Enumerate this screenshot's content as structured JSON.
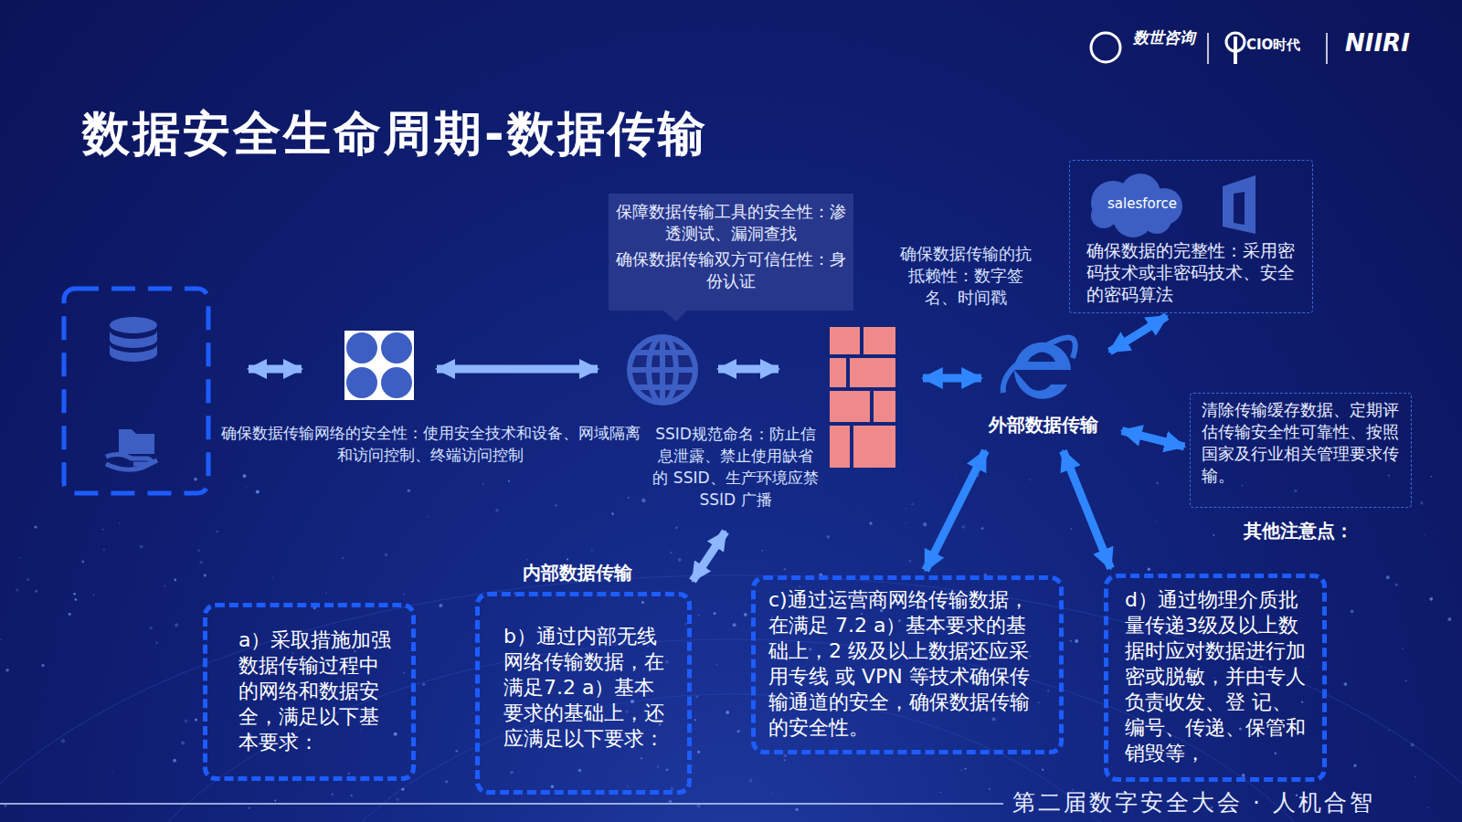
{
  "diagram": {
    "title": "数据安全生命周期-数据传输",
    "caption": "第二届数字安全大会 · 人机合智",
    "nodes": [
      {
        "text": [
          "保障数据传输工具的安全性：渗透测试、漏洞查找",
          "确保数据传输双方可信任性：身份认证"
        ]
      },
      {
        "text": [
          "确保数据的完整性：采用密码技术或非密码技术、安全的密码算法"
        ]
      },
      {
        "text": [
          "外部数据传输"
        ]
      },
      {
        "text": [
          "清除传输缓存数据、定期评估传输安全性可靠性、按照国家及行业相关管理要求传输。"
        ]
      },
      {
        "text": [
          "a）采取措施加强数据传输过程中的网络和数据安全，满足以下基本要求："
        ]
      },
      {
        "text": [
          "b）通过内部无线网络传输数据，在满足7.2 a）基本要求的基础上，还应满足以下要求："
        ]
      },
      {
        "text": [
          "c)通过运营商网络传输数据，在满足 7.2 a）基本要求的基础上，2 级及以上数据还应采用专线 或 VPN 等技术确保传输通道的安全，确保数据传输的安全性。"
        ]
      },
      {
        "text": [
          "d）通过物理介质批量传递3级及以上数据时应对数据进行加密或脱敏，并由专人负责收发、登 记、编号、传递、保管和销毁等，"
        ]
      }
    ],
    "edges": [
      {
        "from": 2,
        "to": 1,
        "arrow": "both"
      },
      {
        "from": 2,
        "to": 3,
        "arrow": "both"
      },
      {
        "from": 2,
        "to": 6,
        "arrow": "both"
      },
      {
        "from": 2,
        "to": 7,
        "arrow": "both"
      }
    ],
    "labels": [
      "数世咨询",
      "CIO时代",
      "NIIRI",
      "salesforce",
      "确保数据传输网络的安全性：使用安全技术和设备、网域隔离和访问控制、终端访问控制",
      "SSID规范命名：防止信息泄露、禁止使用缺省的 SSID、生产环境应禁SSID 广播",
      "确保数据传输的抗抵赖性：数字签名、时间戳",
      "内部数据传输",
      "其他注意点："
    ]
  }
}
